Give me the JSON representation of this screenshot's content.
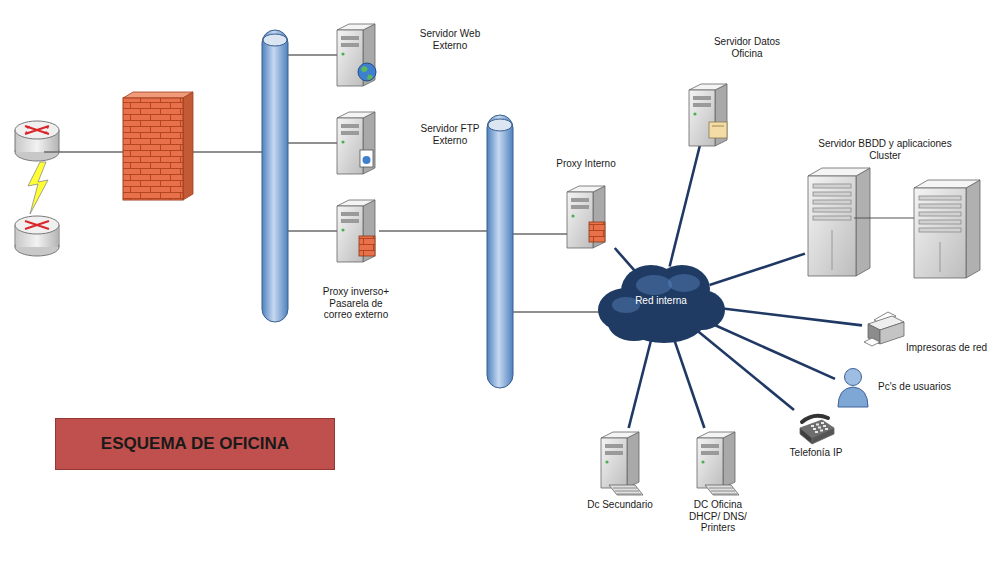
{
  "diagram": {
    "title": "ESQUEMA DE OFICINA",
    "nodes": [
      {
        "text": [
          "Servidor Web Externo"
        ]
      },
      {
        "text": [
          "Servidor FTP Externo"
        ]
      },
      {
        "text": [
          "Proxy inverso+ Pasarela de correo externo"
        ]
      },
      {
        "text": [
          "Proxy Interno"
        ]
      },
      {
        "text": [
          "Servidor Datos Oficina"
        ]
      },
      {
        "text": [
          "Servidor BBDD y aplicaciones Cluster"
        ]
      },
      {
        "text": [
          "Red interna"
        ]
      },
      {
        "text": [
          "Impresoras de red"
        ]
      },
      {
        "text": [
          "Pc's de usuarios"
        ]
      },
      {
        "text": [
          "Telefonía IP"
        ]
      },
      {
        "text": [
          "Dc Secundario"
        ]
      },
      {
        "text": [
          "DC Oficina DHCP/ DNS/ Printers"
        ]
      }
    ],
    "edges": [
      {
        "from": 6,
        "to": 3,
        "arrow": "none"
      },
      {
        "from": 6,
        "to": 4,
        "arrow": "none"
      },
      {
        "from": 6,
        "to": 5,
        "arrow": "none"
      },
      {
        "from": 6,
        "to": 7,
        "arrow": "none"
      },
      {
        "from": 6,
        "to": 8,
        "arrow": "none"
      },
      {
        "from": 6,
        "to": 9,
        "arrow": "none"
      },
      {
        "from": 6,
        "to": 10,
        "arrow": "none"
      },
      {
        "from": 6,
        "to": 11,
        "arrow": "none"
      }
    ]
  }
}
